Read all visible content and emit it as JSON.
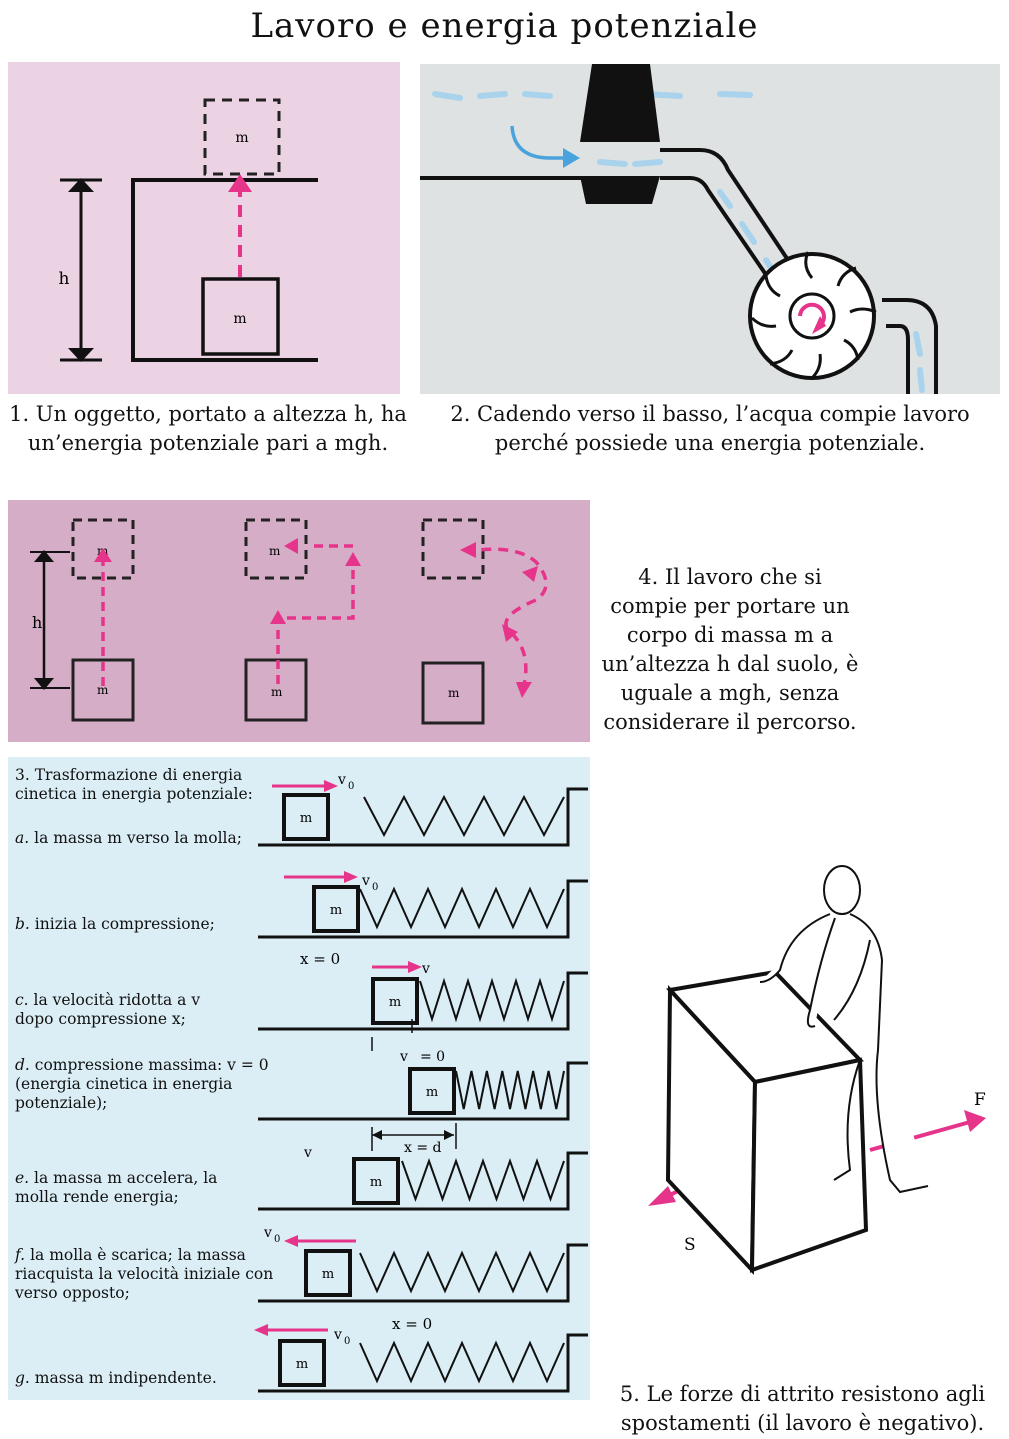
{
  "title": "Lavoro e energia potenziale",
  "panel1": {
    "caption": "1. Un oggetto, portato a altezza h, ha un’energia potenziale pari a mgh.",
    "mass_label": "m",
    "height_label": "h"
  },
  "panel2": {
    "caption": "2. Cadendo verso il basso, l’acqua compie lavoro perché possiede una energia potenziale."
  },
  "panel4": {
    "caption": "4. Il lavoro che si compie per portare un corpo di massa m a un’altezza h dal suolo, è uguale a mgh, senza considerare il percorso.",
    "mass_label": "m",
    "height_label": "h"
  },
  "panel3": {
    "title": "3. Trasformazione di energia cinetica in energia potenziale:",
    "mass_label": "m",
    "steps": [
      {
        "letter": "a.",
        "text": "la massa m verso la molla;"
      },
      {
        "letter": "b.",
        "text": "inizia la compressione;"
      },
      {
        "letter": "c.",
        "text": "la velocità ridotta a v dopo compressione x;"
      },
      {
        "letter": "d.",
        "text": "compressione massima: v = 0 (energia cinetica in energia potenziale);"
      },
      {
        "letter": "e.",
        "text": "la massa m accelera, la molla rende energia;"
      },
      {
        "letter": "f.",
        "text": "la molla è scarica; la massa riacquista la velocità iniziale con verso opposto;"
      },
      {
        "letter": "g.",
        "text": "massa m indipendente."
      }
    ],
    "labels": {
      "v0": "v",
      "v0_sub": "0",
      "v": "v",
      "x_zero": "x = 0",
      "v_zero_eq": "= 0",
      "x_d": "x = d"
    }
  },
  "panel5": {
    "caption": "5. Le forze di attrito resistono agli spostamenti (il lavoro è negativo).",
    "force_label": "F",
    "friction_label": "S"
  },
  "colors": {
    "pink_panel": "#ecd3e4",
    "mauve_panel": "#d6adc6",
    "blue_panel": "#dbeef5",
    "gray_panel": "#dfe2e2",
    "magenta": "#e5348a",
    "water_blue": "#4aa3dd"
  }
}
